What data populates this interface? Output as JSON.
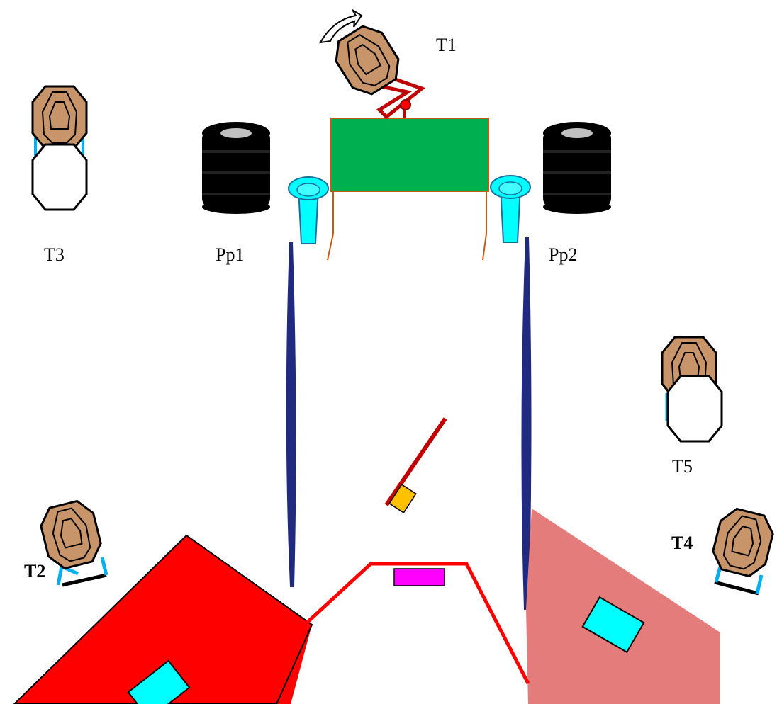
{
  "labels": {
    "t1": "T1",
    "t2": "T2",
    "t3": "T3",
    "t4": "T4",
    "t5": "T5",
    "pp1": "Pp1",
    "pp2": "Pp2"
  },
  "colors": {
    "target_fill": "#c8956a",
    "green_panel": "#00b050",
    "panel_border": "#c55a11",
    "barrel": "#00ffff",
    "wall": "#1f2a80",
    "red_zone": "#ff0000",
    "pink_zone": "#e47c7c",
    "fault_line": "#ff0000",
    "table": "#ffc000",
    "plank": "#c00000",
    "magenta_box": "#ff00ff",
    "cyan_box": "#00ffff",
    "tire": "#000000"
  },
  "icons": [
    "rotate-arrow-icon",
    "target-icon",
    "tire-stack-icon",
    "barrel-icon",
    "no-shoot-icon"
  ]
}
